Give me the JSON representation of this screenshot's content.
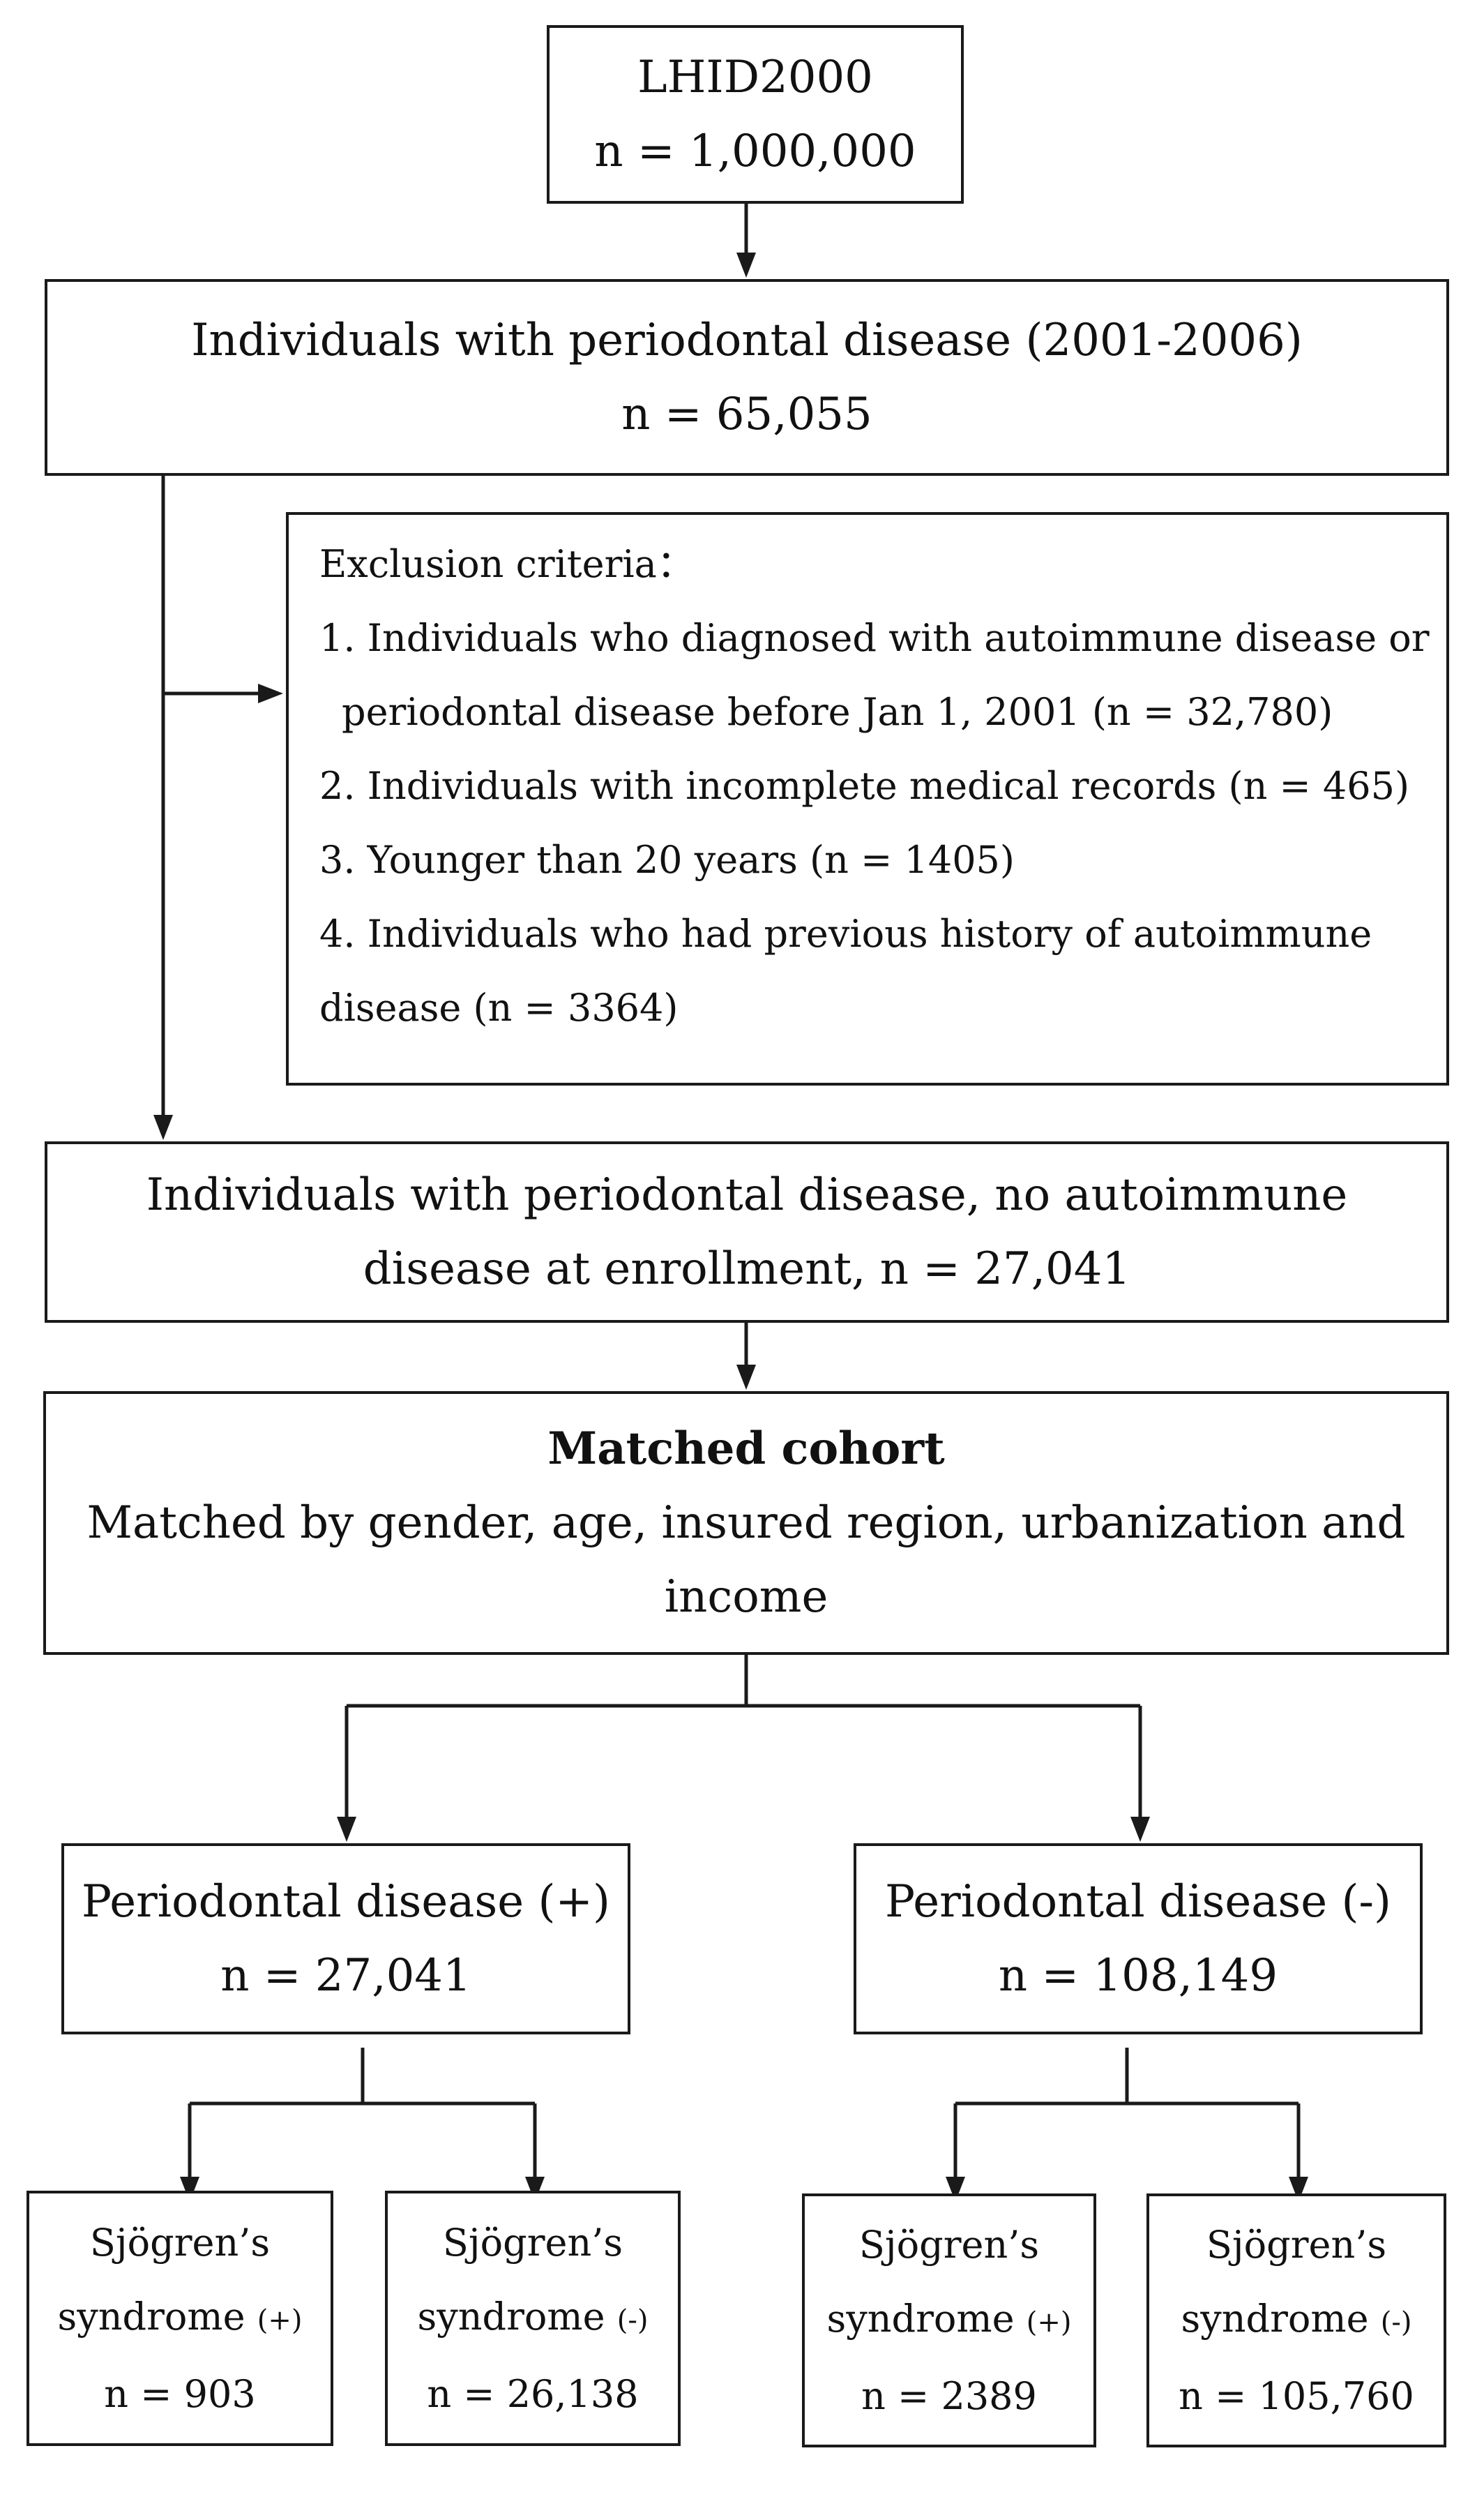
{
  "source": {
    "title": "LHID2000",
    "count": "n = 1,000,000"
  },
  "periodontal": {
    "title": "Individuals with periodontal disease (2001-2006)",
    "count": "n = 65,055"
  },
  "exclusion": {
    "heading": "Exclusion criteria：",
    "items": [
      "1. Individuals who diagnosed with autoimmune disease or",
      "periodontal disease before Jan 1, 2001 (n = 32,780)",
      "2. Individuals with incomplete medical records (n = 465)",
      "3. Younger than 20 years (n = 1405)",
      "4. Individuals who had previous history of autoimmune",
      "disease (n = 3364)"
    ]
  },
  "enrolled": {
    "line1": "Individuals with periodontal disease, no autoimmune",
    "line2": "disease at enrollment, n = 27,041"
  },
  "matched": {
    "title": "Matched cohort",
    "line1": "Matched by gender, age, insured region, urbanization and",
    "line2": "income"
  },
  "groups": [
    {
      "title": "Periodontal disease (+)",
      "count": "n = 27,041",
      "outcomes": [
        {
          "name": "Sjögren’s",
          "word": "syndrome",
          "sign": "(+)",
          "count": "n = 903"
        },
        {
          "name": "Sjögren’s",
          "word": "syndrome",
          "sign": "(-)",
          "count": "n = 26,138"
        }
      ]
    },
    {
      "title": "Periodontal disease (-)",
      "count": "n = 108,149",
      "outcomes": [
        {
          "name": "Sjögren’s",
          "word": "syndrome",
          "sign": "(+)",
          "count": "n = 2389"
        },
        {
          "name": "Sjögren’s",
          "word": "syndrome",
          "sign": "(-)",
          "count": "n = 105,760"
        }
      ]
    }
  ]
}
